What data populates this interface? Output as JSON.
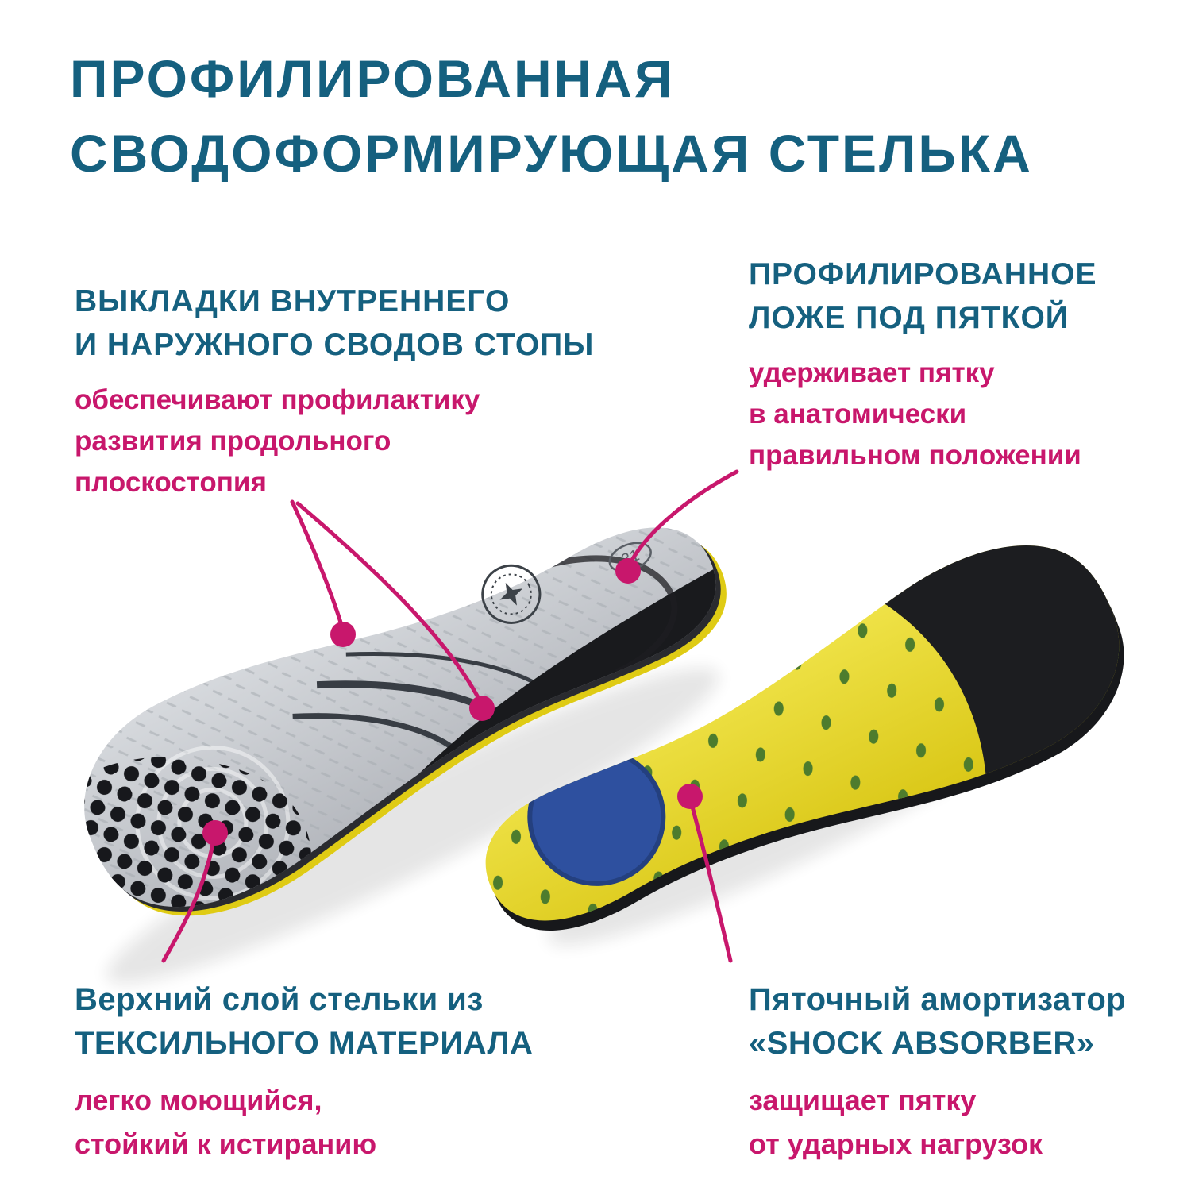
{
  "colors": {
    "heading_blue": "#15607f",
    "accent_pink": "#c8176c",
    "insole_gray": "#c6c9ce",
    "insole_black": "#191a1d",
    "insole_yellow": "#ecd922",
    "dot_green": "#4d7c2d",
    "pad_blue": "#2e509f",
    "background": "#ffffff"
  },
  "title": {
    "line1": "ПРОФИЛИРОВАННАЯ",
    "line2": "СВОДОФОРМИРУЮЩАЯ СТЕЛЬКА"
  },
  "callouts": {
    "arch_pads": {
      "heading1": "ВЫКЛАДКИ ВНУТРЕННЕГО",
      "heading2": "И НАРУЖНОГО СВОДОВ СТОПЫ",
      "body1": "обеспечивают профилактику",
      "body2": "развития продольного",
      "body3": "плоскостопия"
    },
    "heel_bed": {
      "heading1": "ПРОФИЛИРОВАННОЕ",
      "heading2": "ЛОЖЕ ПОД ПЯТКОЙ",
      "body1": "удерживает пятку",
      "body2": "в анатомически",
      "body3": "правильном положении"
    },
    "top_layer": {
      "heading1": "Верхний слой стельки из",
      "heading2": "ТЕКСИЛЬНОГО МАТЕРИАЛА",
      "body1": "легко моющийся,",
      "body2": "стойкий к истиранию"
    },
    "shock_absorber": {
      "heading1": "Пяточный амортизатор",
      "heading2": "«SHOCK ABSORBER»",
      "body1": "защищает пятку",
      "body2": "от ударных нагрузок"
    }
  },
  "insoles": {
    "size_label": "31",
    "left_view": "insole-top-view",
    "right_view": "insole-bottom-view",
    "brand_stamp_icon": "star-stamp-icon"
  }
}
